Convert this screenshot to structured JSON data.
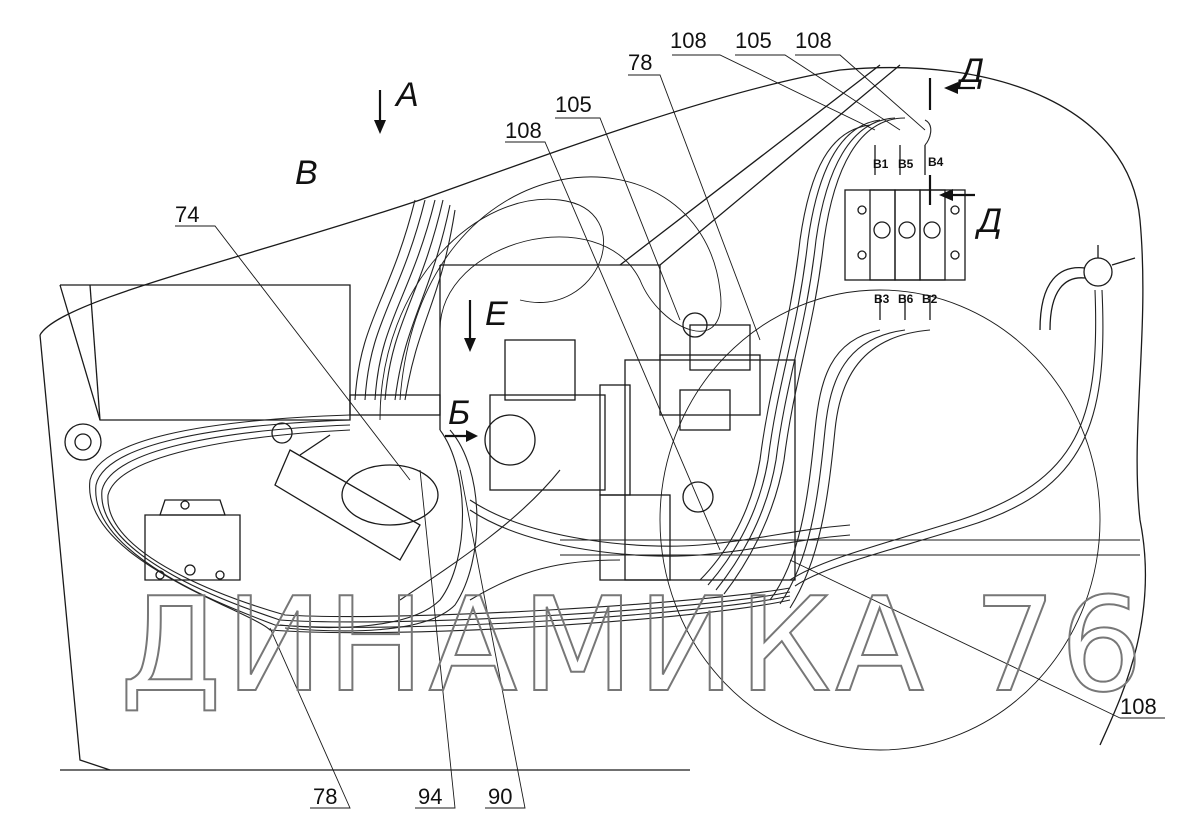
{
  "callouts": {
    "c108_top1": "108",
    "c105_top": "105",
    "c108_top2": "108",
    "c78_top": "78",
    "c105_mid": "105",
    "c108_mid": "108",
    "c74": "74",
    "c108_right": "108",
    "c78_bottom": "78",
    "c94": "94",
    "c90": "90"
  },
  "views": {
    "A": "А",
    "V": "В",
    "E": "Е",
    "B": "Б",
    "D1": "Д",
    "D2": "Д"
  },
  "valve_ports": {
    "B1": "В1",
    "B5": "В5",
    "B4": "В4",
    "B3": "В3",
    "B6": "В6",
    "B2": "В2"
  },
  "watermark": "ДИНАМИКА 76"
}
